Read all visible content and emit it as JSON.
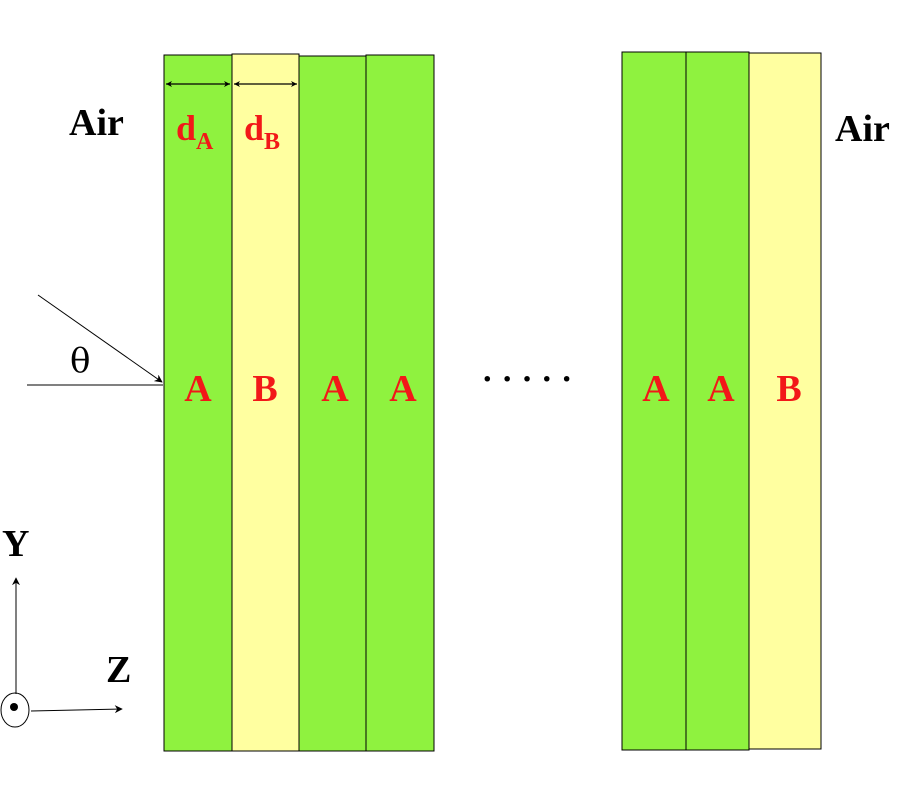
{
  "colors": {
    "layer_a": "#8ff23f",
    "layer_b": "#ffffa0",
    "label": "#f21818",
    "text": "#000000"
  },
  "air_left": "Air",
  "air_right": "Air",
  "thickness_a": {
    "main": "d",
    "sub": "A"
  },
  "thickness_b": {
    "main": "d",
    "sub": "B"
  },
  "angle_label": "θ",
  "layers_left": [
    "A",
    "B",
    "A",
    "A"
  ],
  "ellipsis": "· · · · ·",
  "layers_right": [
    "A",
    "A",
    "B"
  ],
  "axes": {
    "y": "Y",
    "z": "Z"
  }
}
